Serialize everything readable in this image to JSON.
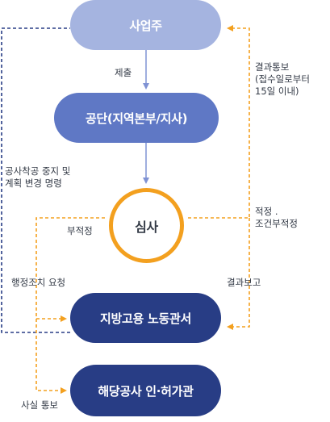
{
  "nodes": {
    "employer": "사업주",
    "agency": "공단(지역본부/지사)",
    "review": "심사",
    "labor_office": "지방고용 노동관서",
    "permit_office": "해당공사 인·허가관"
  },
  "labels": {
    "submit": "제출",
    "result_notice": "결과통보\n(접수일로부터\n15일 이내)",
    "stop_order": "공사착공 중지 및\n계획 변경 명령",
    "unfit": "부적정",
    "fit": "적정 .\n조건부적정",
    "action_request": "행정조치 요청",
    "result_report": "결과보고",
    "fact_notice": "사실 통보"
  },
  "colors": {
    "employer": "#a5b4e0",
    "agency": "#5f78c5",
    "review_border": "#f3a01f",
    "office": "#283d85",
    "dashed_orange": "#f3a01f",
    "dashed_navy": "#283d85",
    "solid_arrow": "#7f92d4"
  }
}
